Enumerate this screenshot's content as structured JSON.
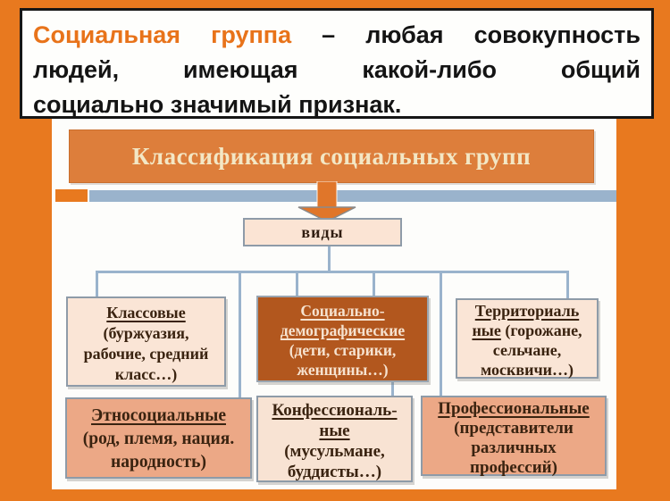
{
  "colors": {
    "accent": "#E8731A",
    "background_orange": "#E8791F",
    "header_fill": "#DD7E3B",
    "dark_box": "#B2571E",
    "salmon_box": "#ECA886",
    "cream_box": "#FAE5D6",
    "connector_blue": "#9AB3CC",
    "text_dark": "#3A2310",
    "text_cream": "#F6E2CF"
  },
  "title": {
    "lines": [
      [
        {
          "t": "Социальная группа",
          "c": "accent"
        },
        {
          "t": " – любая совокупность"
        }
      ],
      [
        {
          "t": "людей, имеющая какой-либо общий"
        }
      ],
      [
        {
          "t": "социально значимый признак."
        }
      ]
    ]
  },
  "diagram": {
    "header": "Классификация социальных групп",
    "vidy_label": "виды",
    "icons": {
      "down_arrow": "block-arrow-down"
    },
    "boxes": {
      "klassovye": {
        "lines": [
          [
            {
              "t": "Классовые",
              "u": 1
            }
          ],
          [
            {
              "t": "(буржуазия,"
            }
          ],
          [
            {
              "t": "рабочие, средний"
            }
          ],
          [
            {
              "t": "класс…)"
            }
          ]
        ]
      },
      "social_demo": {
        "lines": [
          [
            {
              "t": "Социально-",
              "u": 1
            }
          ],
          [
            {
              "t": "демографические",
              "u": 1
            }
          ],
          [
            {
              "t": "(дети, старики,"
            }
          ],
          [
            {
              "t": "женщины…)"
            }
          ]
        ]
      },
      "territorial": {
        "lines": [
          [
            {
              "t": "Территориаль",
              "u": 1
            }
          ],
          [
            {
              "t": "ные",
              "u": 1
            },
            {
              "t": " (горожане,"
            }
          ],
          [
            {
              "t": "сельчане,"
            }
          ],
          [
            {
              "t": "москвичи…)"
            }
          ]
        ]
      },
      "ethnosocial": {
        "lines": [
          [
            {
              "t": "Этносоциальные",
              "u": 1
            }
          ],
          [
            {
              "t": "(род, племя, нация."
            }
          ],
          [
            {
              "t": "народность)"
            }
          ]
        ]
      },
      "confessional": {
        "lines": [
          [
            {
              "t": "Конфессиональ-",
              "u": 1
            }
          ],
          [
            {
              "t": "ные",
              "u": 1
            }
          ],
          [
            {
              "t": "(мусульмане,"
            }
          ],
          [
            {
              "t": "буддисты…)"
            }
          ]
        ]
      },
      "professional": {
        "lines": [
          [
            {
              "t": "Профессиональные",
              "u": 1
            }
          ],
          [
            {
              "t": "(представители"
            }
          ],
          [
            {
              "t": "различных"
            }
          ],
          [
            {
              "t": "профессий)"
            }
          ]
        ]
      }
    }
  }
}
